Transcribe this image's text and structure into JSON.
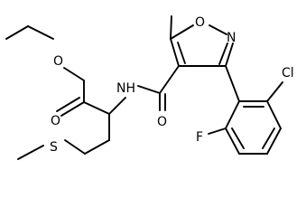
{
  "molecule": {
    "atoms": {
      "ester_oxygen": "O",
      "carbonyl_oxygen_ester": "O",
      "amide_nitrogen": "NH",
      "amide_oxygen": "O",
      "isoxazole_oxygen": "O",
      "isoxazole_nitrogen": "N",
      "chlorine": "Cl",
      "fluorine": "F",
      "sulfur": "S"
    }
  }
}
